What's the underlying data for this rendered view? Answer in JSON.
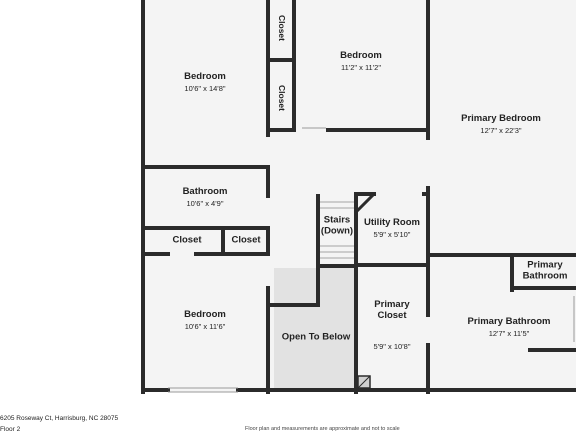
{
  "rooms": [
    {
      "name": "Bedroom",
      "dim": "10'6\" x 14'8\""
    },
    {
      "name": "Closet",
      "dim": ""
    },
    {
      "name": "Closet",
      "dim": ""
    },
    {
      "name": "Bedroom",
      "dim": "11'2\" x 11'2\""
    },
    {
      "name": "Primary Bedroom",
      "dim": "12'7\" x 22'3\""
    },
    {
      "name": "Bathroom",
      "dim": "10'6\" x 4'9\""
    },
    {
      "name": "Closet",
      "dim": ""
    },
    {
      "name": "Closet",
      "dim": ""
    },
    {
      "name": "Stairs\n(Down)",
      "dim": ""
    },
    {
      "name": "Utility Room",
      "dim": "5'9\" x 5'10\""
    },
    {
      "name": "Primary\nBathroom",
      "dim": ""
    },
    {
      "name": "Bedroom",
      "dim": "10'6\" x 11'6\""
    },
    {
      "name": "Open To Below",
      "dim": ""
    },
    {
      "name": "Primary\nCloset",
      "dim": "5'9\" x 10'8\""
    },
    {
      "name": "Primary Bathroom",
      "dim": "12'7\" x 11'5\""
    }
  ],
  "footer": {
    "address": "6205 Roseway Ct, Harrisburg, NC 28075",
    "floor": "Floor 2",
    "note": "Floor plan and measurements are approximate and not to scale"
  },
  "colors": {
    "wall": "#2b2b2b",
    "floor": "#f4f4f4",
    "open_to_below": "#e2e2e2",
    "text": "#222222"
  }
}
